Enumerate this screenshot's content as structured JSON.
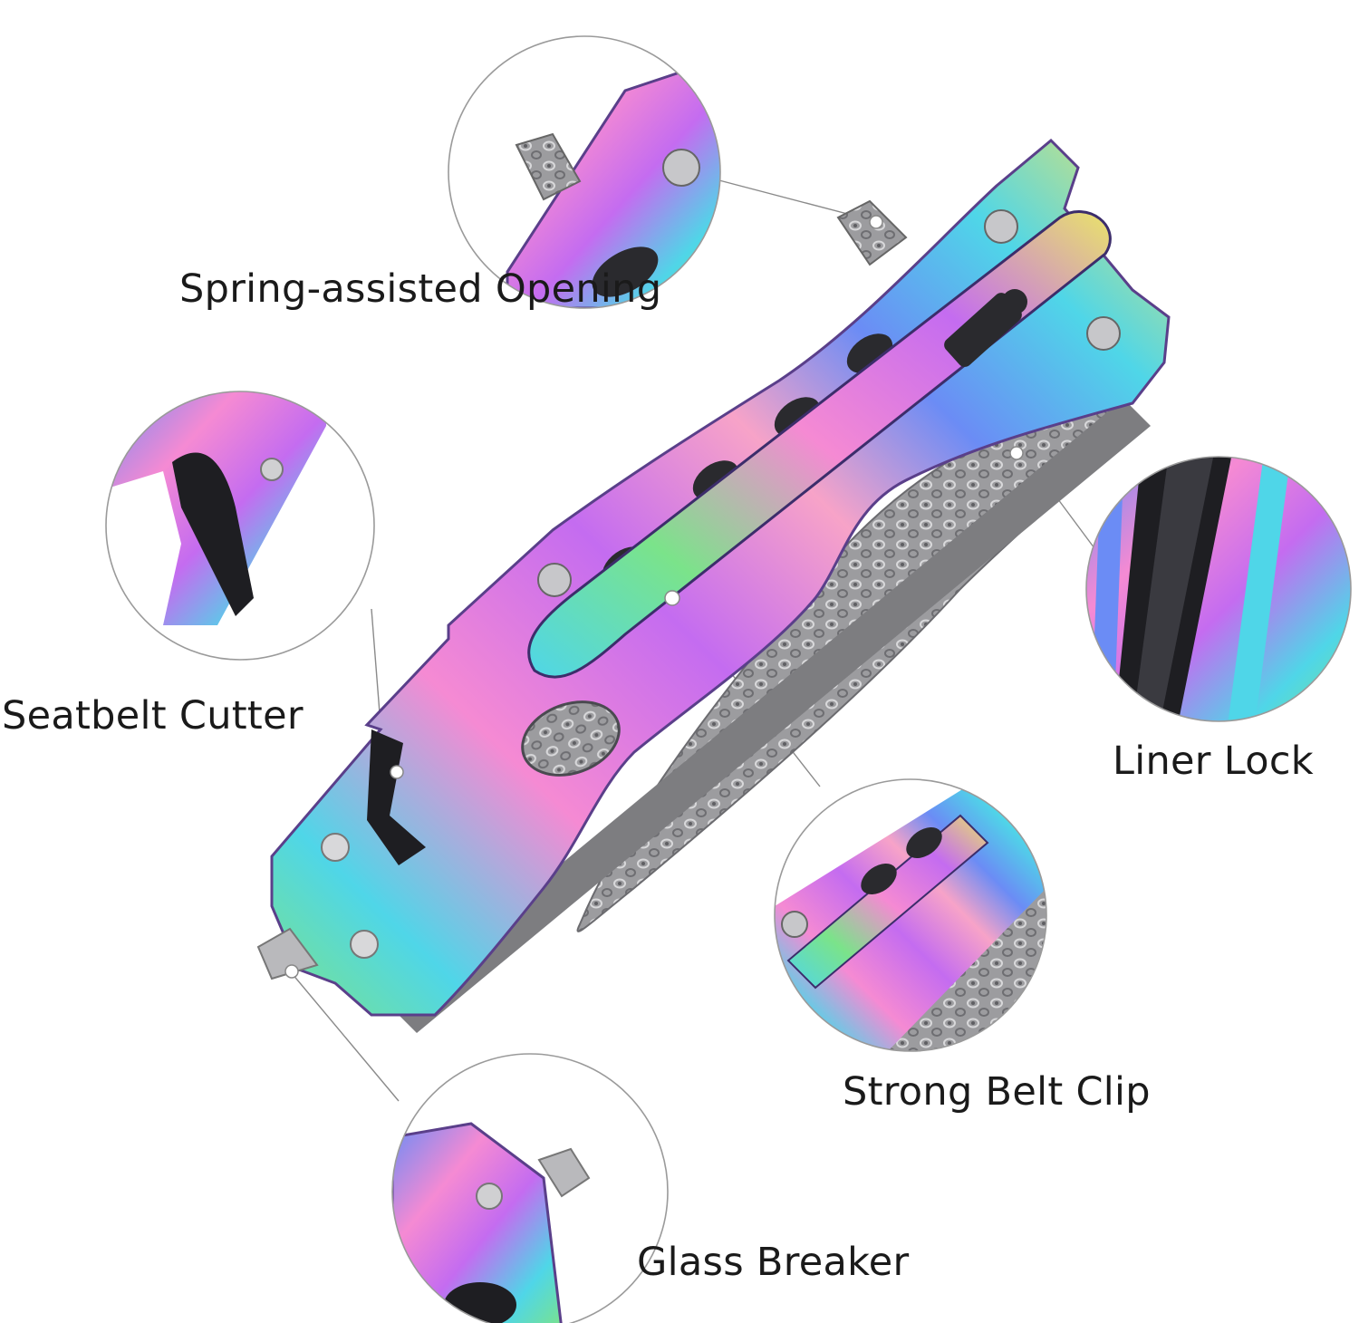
{
  "callouts": {
    "spring": "Spring-assisted Opening",
    "seatbelt": "Seatbelt Cutter",
    "liner": "Liner Lock",
    "clip": "Strong Belt Clip",
    "glass": "Glass Breaker"
  },
  "colors": {
    "rainbow": [
      "#f58ad3",
      "#c46cf0",
      "#6b8cf5",
      "#4fd6e8",
      "#7be38a",
      "#e9e36a",
      "#f7a3c8"
    ],
    "damascus": "#8f8f92",
    "circle_outline": "#9a9a9a",
    "text": "#1a1a1a"
  },
  "icons": [
    "knife-illustration",
    "pin-dot"
  ]
}
